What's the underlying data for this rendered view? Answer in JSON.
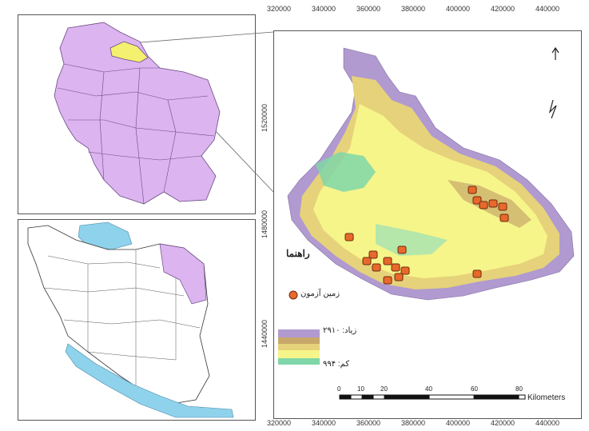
{
  "map": {
    "x_ticks": [
      "320000",
      "340000",
      "360000",
      "380000",
      "400000",
      "420000",
      "440000"
    ],
    "y_ticks": [
      "1520000",
      "1480000",
      "1440000"
    ],
    "legend": {
      "title": "راهنما",
      "point_label": "زمین آزمون",
      "high_label": "زیاد: ۲۹۱۰",
      "low_label": "کم: ۹۹۴"
    },
    "scale_bar": {
      "labels": [
        "0",
        "10",
        "20",
        "40",
        "60",
        "80"
      ],
      "unit": "Kilometers"
    },
    "colors": {
      "inset_region": "#dcb4f0",
      "inset_highlight": "#f4f070",
      "water": "#8fd2ec",
      "dem_high": "#b09ad0",
      "dem_mid": "#e6d27a",
      "dem_low": "#f6f58a",
      "dem_green": "#7fd6a8",
      "sample_point": "#e8692a"
    },
    "icons": [
      "north-arrow-icon"
    ]
  }
}
